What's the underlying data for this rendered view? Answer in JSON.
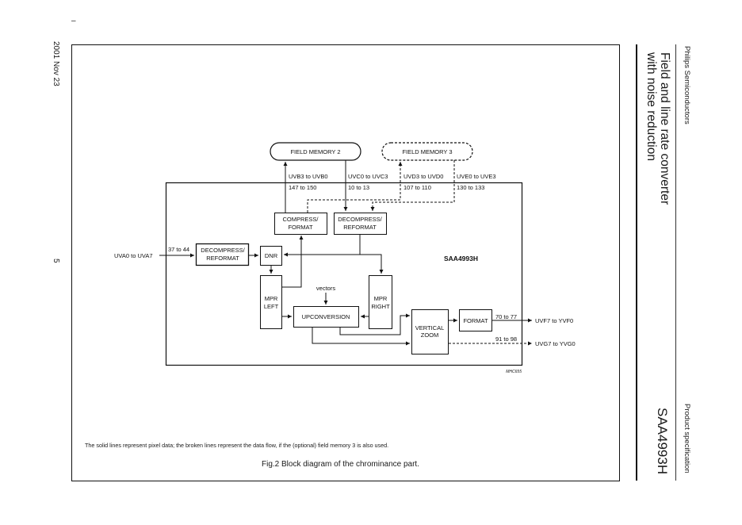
{
  "page": {
    "header_mark": "–",
    "date": "2001 Nov 23",
    "page_number": "5",
    "company": "Philips Semiconductors",
    "doc_type": "Product specification",
    "title_line1": "Field and line rate converter",
    "title_line2": "with noise reduction",
    "part_number": "SAA4993H"
  },
  "diagram": {
    "chip_label": "SAA4993H",
    "figure_code": "MHC655",
    "blocks": {
      "field_memory_2": "FIELD MEMORY 2",
      "field_memory_3": "FIELD MEMORY 3",
      "compress_format_l1": "COMPRESS/",
      "compress_format_l2": "FORMAT",
      "decompress_top_l1": "DECOMPRESS/",
      "decompress_top_l2": "REFORMAT",
      "decompress_in_l1": "DECOMPRESS/",
      "decompress_in_l2": "REFORMAT",
      "dnr": "DNR",
      "mpr_left_l1": "MPR",
      "mpr_left_l2": "LEFT",
      "mpr_right_l1": "MPR",
      "mpr_right_l2": "RIGHT",
      "upconversion": "UPCONVERSION",
      "vertical_zoom_l1": "VERTICAL",
      "vertical_zoom_l2": "ZOOM",
      "format": "FORMAT"
    },
    "signals": {
      "uvb": "UVB3 to UVB0",
      "uvb_pins": "147 to 150",
      "uvc": "UVC0 to UVC3",
      "uvc_pins": "10 to 13",
      "uvd": "UVD3 to UVD0",
      "uvd_pins": "107 to 110",
      "uve": "UVE0 to UVE3",
      "uve_pins": "130 to 133",
      "uva": "UVA0 to UVA7",
      "uva_pins": "37 to 44",
      "vectors": "vectors",
      "uvf": "UVF7 to YVF0",
      "uvf_pins": "70 to 77",
      "uvg": "UVG7 to YVG0",
      "uvg_pins": "91 to 98"
    },
    "note": "The solid lines represent pixel data; the broken lines represent the data flow, if the (optional) field memory 3 is also used.",
    "caption": "Fig.2  Block diagram of the chrominance part."
  }
}
